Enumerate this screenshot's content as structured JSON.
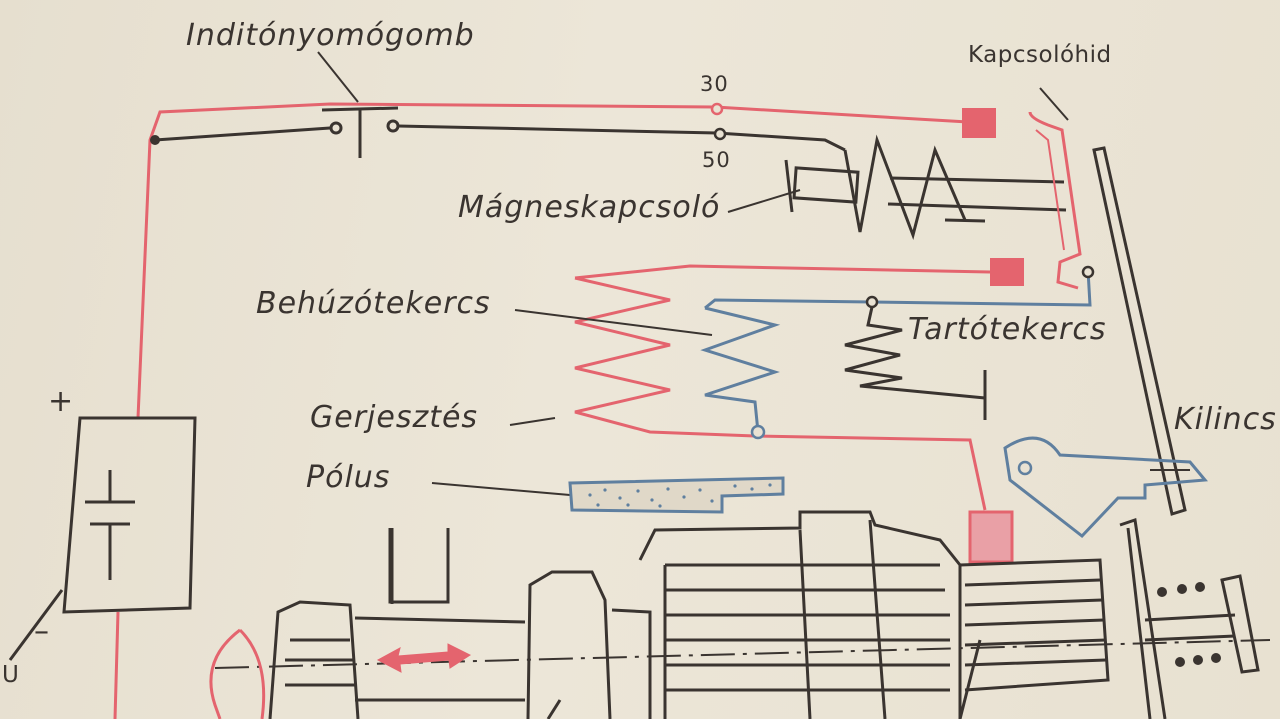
{
  "labels": {
    "inditonyomogomb": "Inditónyomógomb",
    "kapcsolohid": "Kapcsolóhid",
    "t30": "30",
    "t50": "50",
    "magneskapcsolo": "Mágneskapcsoló",
    "behuzotekercs": "Behúzótekercs",
    "tartotekercs": "Tartótekercs",
    "gerjesztes": "Gerjesztés",
    "polus": "Pólus",
    "kilincs": "Kilincs",
    "plus": "+",
    "minus": "–",
    "u": "U"
  },
  "colors": {
    "paper": "#e9e2d3",
    "ink": "#3a3430",
    "red": "#e4646e",
    "blue": "#5f7f9f"
  }
}
